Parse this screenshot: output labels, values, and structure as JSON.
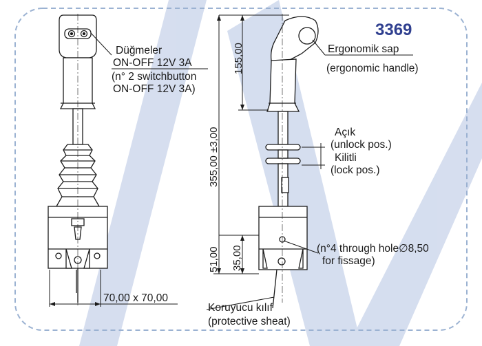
{
  "product_code": "3369",
  "buttons_label": {
    "line1": "Düğmeler",
    "line2": "ON-OFF 12V 3A",
    "line3": "(n° 2 switchbutton",
    "line4": "ON-OFF 12V 3A)"
  },
  "handle_label": {
    "line1": "Ergonomik sap",
    "line2": "(ergonomic handle)"
  },
  "unlock_label": {
    "line1": "Açık",
    "line2": "(unlock pos.)"
  },
  "lock_label": {
    "line1": "Kilitli",
    "line2": "(lock pos.)"
  },
  "hole_label": {
    "line1": "(n°4 through hole∅8,50",
    "line2": "for fissage)"
  },
  "sheath_label": {
    "line1": "Koruyucu kılıf",
    "line2": "(protective sheat)"
  },
  "dimensions": {
    "base_size": "70,00 x 70,00",
    "handle_height": "155,00",
    "total_height": "355,00 ±3,00",
    "base_height_51": "51,00",
    "base_height_35": "35,00"
  },
  "colors": {
    "watermark": "#b9c6e2",
    "frame": "#9bb2d2",
    "product_code": "#2f3f8f",
    "drawing": "#1a1a1a"
  }
}
